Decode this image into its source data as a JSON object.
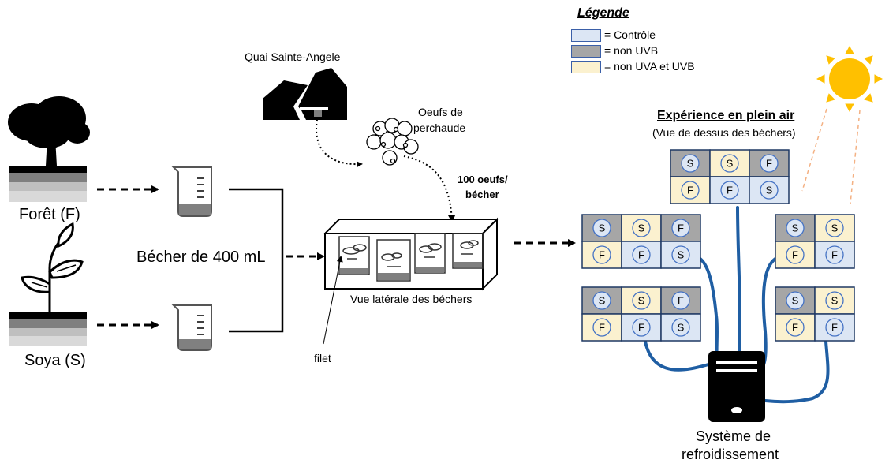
{
  "colors": {
    "controle": "#dce6f4",
    "non_uvb": "#a6a6a6",
    "non_uva_uvb": "#fbf1cf",
    "tube": "#1f5ea3",
    "sun": "#ffc000",
    "sun_rays": "#f4b183",
    "circle": "#4472c4"
  },
  "icons": {
    "forest": "tree-icon",
    "soy": "soy-plant-icon",
    "site": "quai-building-icon",
    "eggs": "perch-eggs-icon",
    "beaker": "beaker-icon",
    "sun": "sun-icon",
    "cooling": "cooling-tower-icon"
  },
  "labels": {
    "forest": "Forêt (F)",
    "soy": "Soya (S)",
    "beaker": "Bécher de 400 mL",
    "site": "Quai Sainte-Angele",
    "eggs_line1": "Oeufs de",
    "eggs_line2": "perchaude",
    "eggs_count_line1": "100 oeufs/",
    "eggs_count_line2": "bécher",
    "side_view": "Vue latérale des béchers",
    "net": "filet",
    "outdoor_title": "Expérience en plein air",
    "outdoor_sub": "(Vue de dessus des béchers)",
    "cooling_line1": "Système de",
    "cooling_line2": "refroidissement"
  },
  "legend": {
    "title": "Légende",
    "items": [
      {
        "key": "controle",
        "label": "= Contrôle"
      },
      {
        "key": "non_uvb",
        "label": "= non UVB"
      },
      {
        "key": "non_uva_uvb",
        "label": "= non UVA et UVB"
      }
    ]
  },
  "grid": {
    "top_row": [
      {
        "letter": "S",
        "treat": "non_uvb"
      },
      {
        "letter": "S",
        "treat": "non_uva_uvb"
      },
      {
        "letter": "F",
        "treat": "non_uvb"
      }
    ],
    "bottom_row": [
      {
        "letter": "F",
        "treat": "non_uva_uvb"
      },
      {
        "letter": "F",
        "treat": "controle"
      },
      {
        "letter": "S",
        "treat": "controle"
      }
    ]
  }
}
